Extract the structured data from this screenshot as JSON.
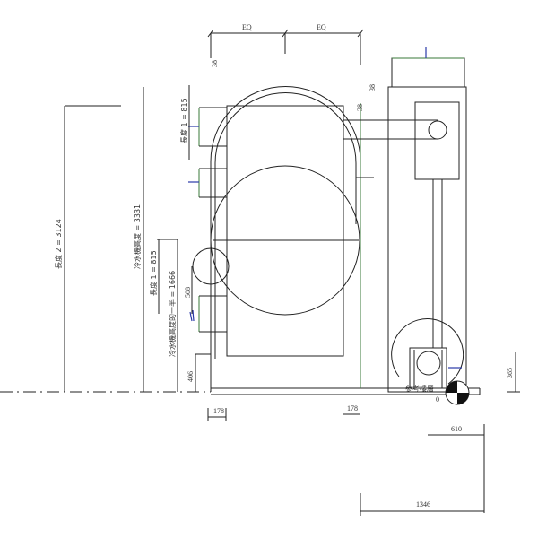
{
  "dimensions": {
    "eq_left": "EQ",
    "eq_right": "EQ",
    "gap_38_a": "38",
    "gap_38_b": "38",
    "gap_38_c": "38",
    "length2": "長度 2 = 3124",
    "chiller_height": "冷水機高度 = 3331",
    "length1_lower": "長度 1 = 815",
    "chiller_half_height": "冷水機高度的一半 = 1666",
    "length1_upper": "長度 1 = 815",
    "dim_508": "508",
    "dim_406": "406",
    "dim_178_left": "178",
    "dim_178_right": "178",
    "dim_365": "365",
    "dim_610": "610",
    "dim_1346": "1346"
  },
  "level": {
    "name": "參考樓層",
    "elevation": "0"
  }
}
